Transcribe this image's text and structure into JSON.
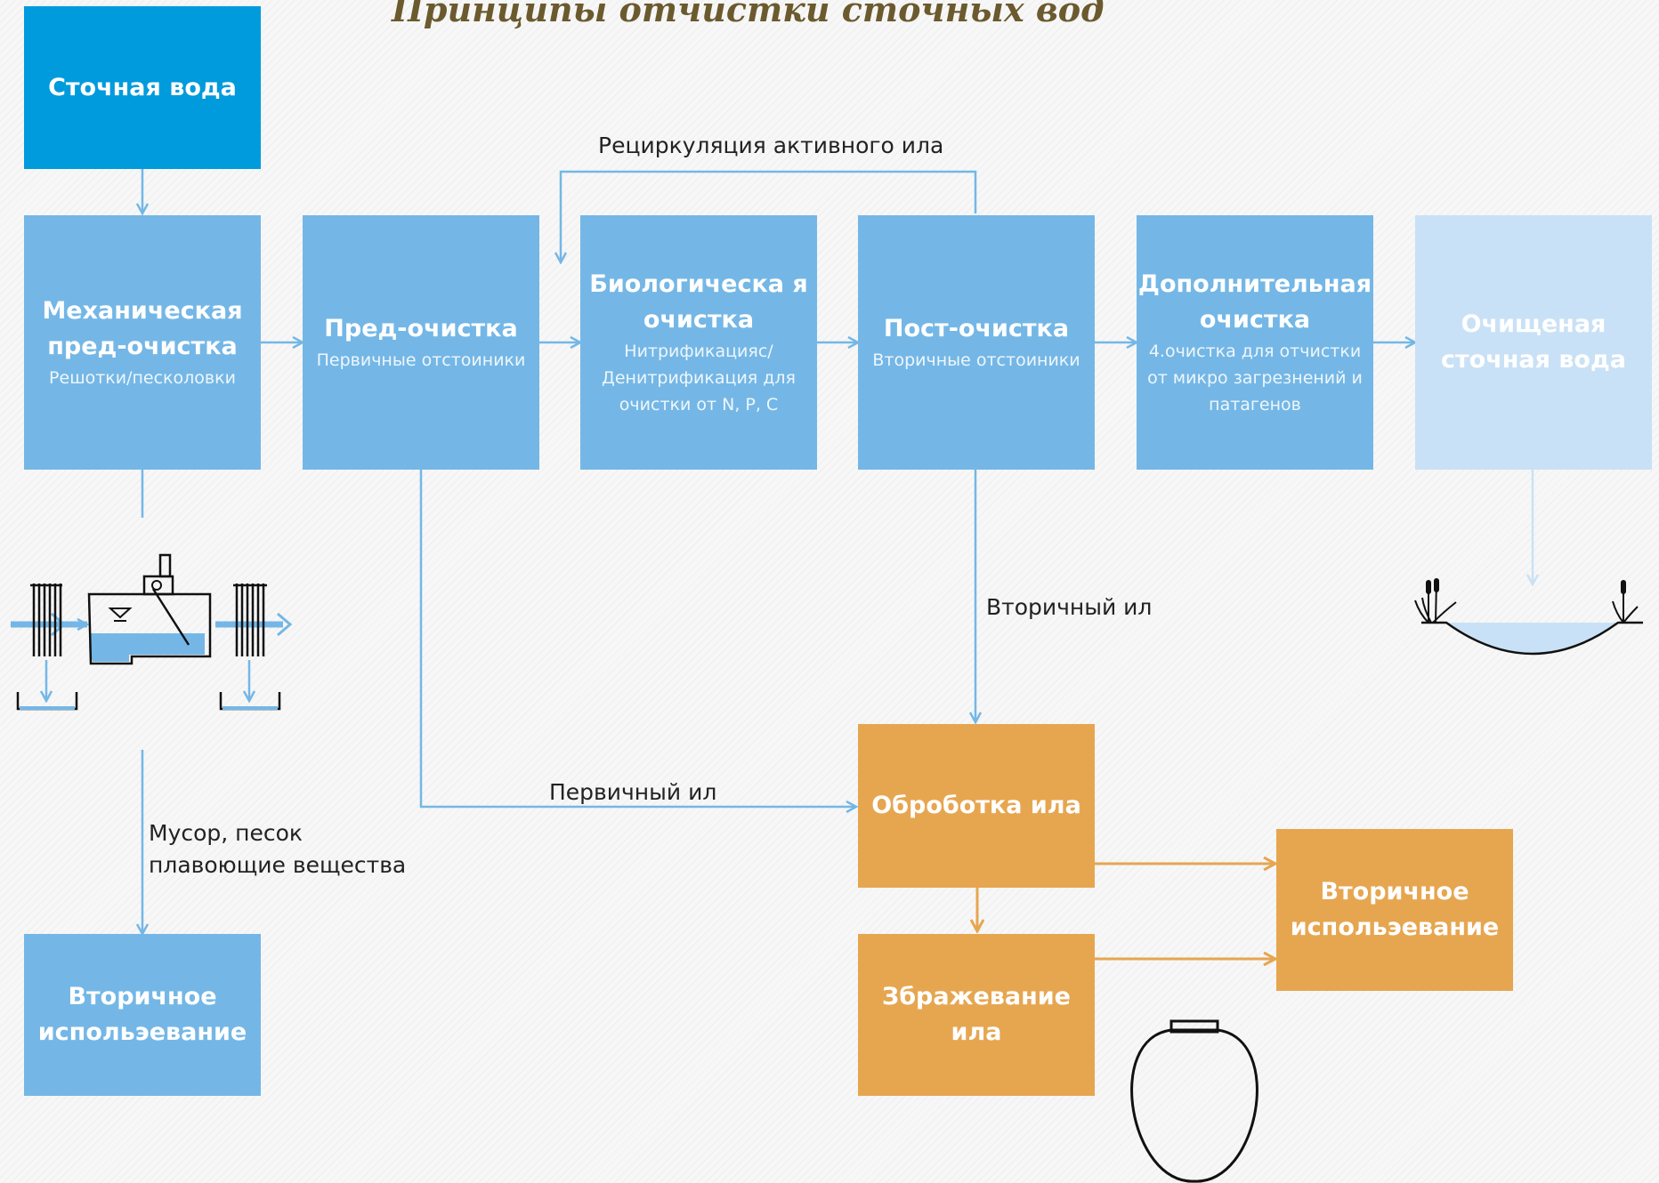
{
  "title": "Принципы отчистки сточных вод",
  "boxes": {
    "wastewater": {
      "title": "Сточная вода"
    },
    "mech": {
      "title": "Механическая пред-очистка",
      "sub": "Решотки/песколовки"
    },
    "pre": {
      "title": "Пред-очистка",
      "sub": "Первичные отстоиники"
    },
    "bio": {
      "title": "Биологическа я очистка",
      "sub": "Нитрификацияс/Денитрификация для очистки от N, P, C"
    },
    "post": {
      "title": "Пост-очистка",
      "sub": "Вторичные отстоиники"
    },
    "extra": {
      "title": "Дополнительная очистка",
      "sub": "4.очистка для отчистки от микро загрезнений и патагенов"
    },
    "clean": {
      "title": "Очищеная сточная вода"
    },
    "reuse1": {
      "title": "Вторичное испольэевание"
    },
    "sludge": {
      "title": "Оброботка ила"
    },
    "ferment": {
      "title": "Збражевание ила"
    },
    "reuse2": {
      "title": "Вторичное испольэевание"
    }
  },
  "labels": {
    "recirc": "Рециркуляция активного ила",
    "secondary_sludge": "Вторичный ил",
    "primary_sludge": "Первичный ил",
    "debris_line1": "Мусор, песок",
    "debris_line2": "плавоющие вещества"
  },
  "colors": {
    "blue": "#74b7e6",
    "dark_blue": "#009bdc",
    "light_blue": "#c9e1f6",
    "orange": "#e6a650",
    "title": "#6b5a2e"
  }
}
